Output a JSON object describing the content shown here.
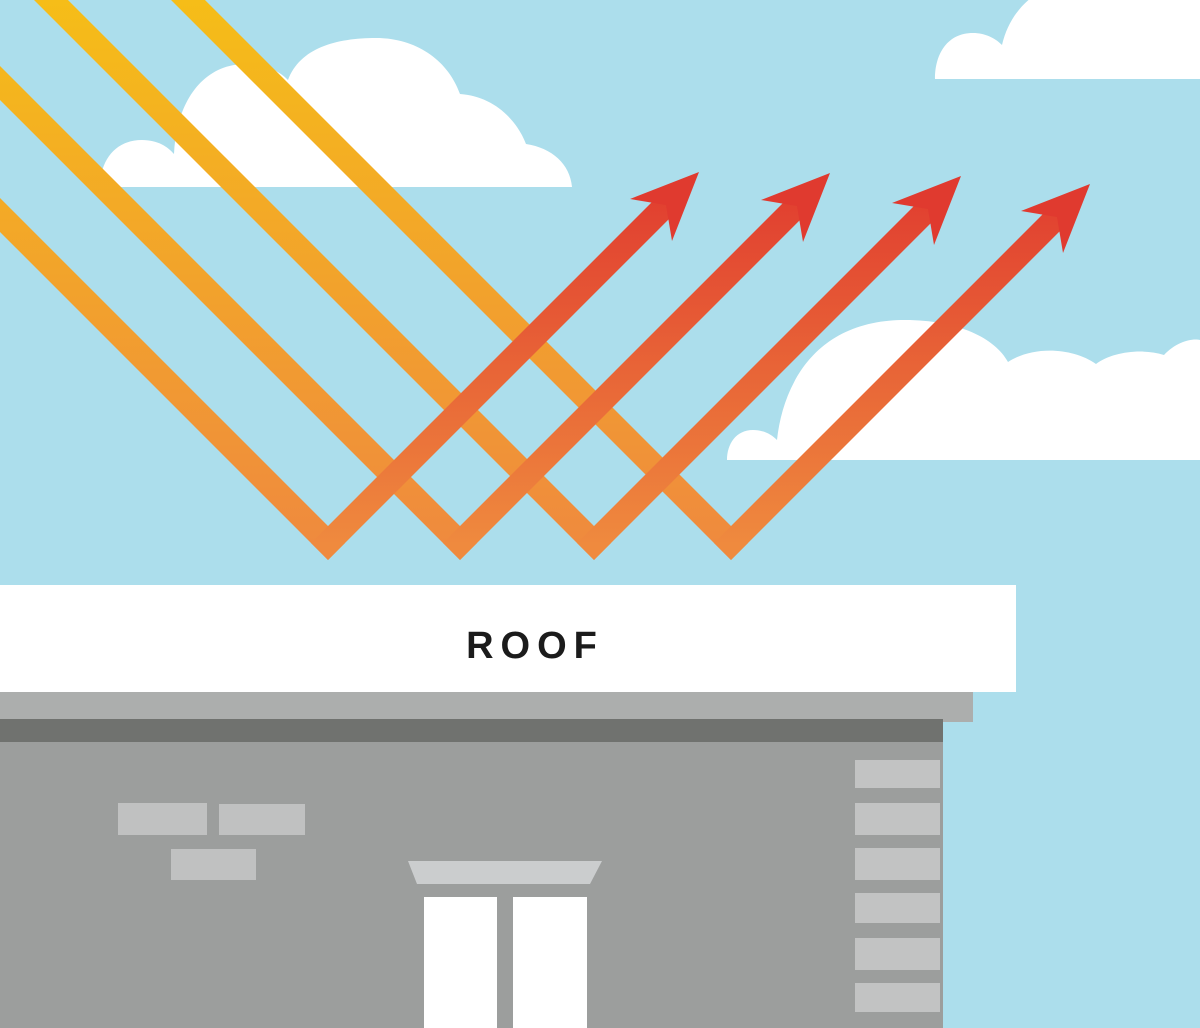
{
  "title": "Cool roof reflecting sun rays illustration",
  "labels": {
    "roof": "ROOF"
  },
  "scene": {
    "incoming_rays": 4,
    "reflected_arrows": 4,
    "clouds": 3,
    "description": "Four yellow-orange sun rays descend from the upper left, bounce off a white flat roof labeled ROOF, and reflect upward to the right as red arrows over a gray building."
  },
  "colors": {
    "sky": "#ACDEEC",
    "cloud": "#FFFFFF",
    "ray_yellow": "#F6C115",
    "ray_orange": "#EF8A3E",
    "ray_red": "#E03A2F",
    "roof_band": "#FFFFFF",
    "roof_text": "#1B1B1B",
    "fascia": "#ACAEAD",
    "roof_shadow": "#70726F",
    "wall": "#9C9E9D",
    "brick": "#C0C1C1",
    "quoin": "#C2C3C3",
    "lintel": "#CBCDCE",
    "window_pane": "#FFFFFF"
  }
}
